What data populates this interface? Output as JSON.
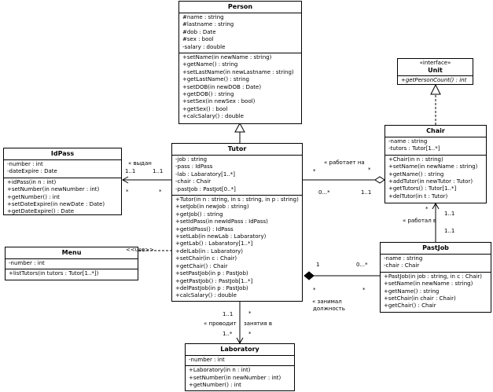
{
  "person": {
    "name": "Person",
    "attributes": [
      "#name : string",
      "#lastname : string",
      "#dob : Date",
      "#sex : bool",
      "-salary : double"
    ],
    "methods": [
      "+setName(in newName : string)",
      "+getName() : string",
      "+setLastName(in newLastname : string)",
      "+getLastName() : string",
      "+setDOB(in newDOB : Date)",
      "+getDOB() : string",
      "+setSex(in newSex : bool)",
      "+getSex() : bool",
      "+calcSalary() : double"
    ]
  },
  "unit": {
    "stereotype": "«interface»",
    "name": "Unit",
    "methods": [
      "+getPersonCount() : int"
    ]
  },
  "idpass": {
    "name": "IdPass",
    "attributes": [
      "-number : int",
      "-dateExpire : Date"
    ],
    "methods": [
      "+idPass(in n : int)",
      "+setNumber(in newNumber : int)",
      "+getNumber() : int",
      "+setDateExpire(in newDate : Date)",
      "+getDateExpire() : Date"
    ]
  },
  "tutor": {
    "name": "Tutor",
    "attributes": [
      "-job : string",
      "-pass : IdPass",
      "-lab : Labaratory[1..*]",
      "-chair : Chair",
      "-pastJob : PastJot[0..*]"
    ],
    "methods": [
      "+Tutor(in n : string, in s : string, in p : string)",
      "+setJob(in newJob : string)",
      "+getJob() : string",
      "+setIdPass(in newIdPass : IdPass)",
      "+getIdPass() : IdPass",
      "+setLab(in newLab : Labaratory)",
      "+getLab() : Labaratory[1..*]",
      "+delLab(in : Labaratory)",
      "+setChair(in c : Chair)",
      "+getChair() : Chair",
      "+setPastJob(in p : PastJob)",
      "+getPastJob() : PastJob[1..*]",
      "+delPastJob(in p : PastJob)",
      "+calcSalary() : double"
    ]
  },
  "chair": {
    "name": "Chair",
    "attributes": [
      "-name : string",
      "-tutors : Tutor[1..*]"
    ],
    "methods": [
      "+Chair(in n : string)",
      "+setName(in newName : string)",
      "+getName() : string",
      "+addTutor(in newTutor : Tutor)",
      "+getTutors() : Tutor[1..*]",
      "+delTutor(in t : Tutor)"
    ]
  },
  "menu": {
    "name": "Menu",
    "attributes": [
      "-number : int"
    ],
    "methods": [
      "+listTutors(in tutors : Tutor[1..*])"
    ]
  },
  "pastjob": {
    "name": "PastJob",
    "attributes": [
      "-name : string",
      "-chair : Chair"
    ],
    "methods": [
      "+PastJob(in job : string, in c : Chair)",
      "+setName(in newName : string)",
      "+getName() : string",
      "+setChair(in chair : Chair)",
      "+getChair() : Chair"
    ]
  },
  "laboratory": {
    "name": "Laboratory",
    "attributes": [
      "-number : int"
    ],
    "methods": [
      "+Laboratory(in n : int)",
      "+setNumber(in newNumber : int)",
      "+getNumber() : int"
    ]
  },
  "labels": {
    "vydan": "« выдан",
    "idpass_mult_a": "1..1",
    "idpass_mult_b": "1..1",
    "idpass_star_a": "*",
    "idpass_star_b": "*",
    "rabotaet_na": "« работает на",
    "chair_mult_tutor": "0...*",
    "chair_mult_chair": "1..1",
    "chair_star_a": "*",
    "chair_star_b": "*",
    "rabotal_v": "« работал в",
    "pj_mult_a": "1..1",
    "pj_mult_b": "1..1",
    "pj_star": "*",
    "uses": "<<use>>",
    "zanimal_1": "« занимал",
    "zanimal_2": "должность",
    "zan_mult_one": "1",
    "zan_mult_many": "0...*",
    "zan_star_a": "*",
    "zan_star_b": "*",
    "provodit": "« проводит",
    "zanyatiya": "занятия в",
    "lab_mult_a": "1..1",
    "lab_mult_b": "1..*",
    "lab_star_a": "*",
    "lab_star_b": "*"
  }
}
